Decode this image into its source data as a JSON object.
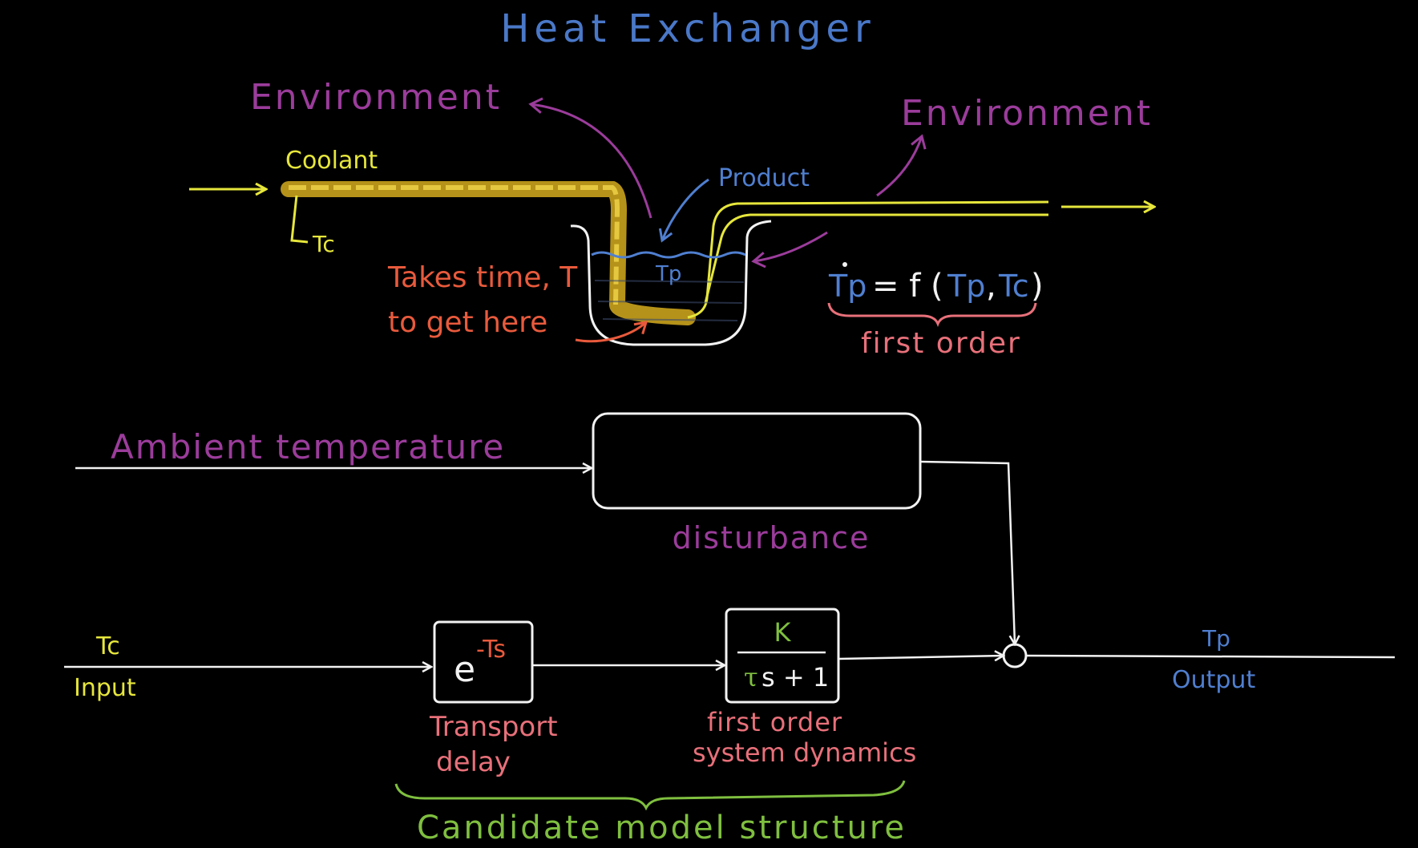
{
  "title": "Heat Exchanger",
  "colors": {
    "background": "#000000",
    "title": "#4a78c8",
    "environment": "#9b3c9b",
    "coolant": "#e6e63c",
    "product": "#4f7fd0",
    "note": "#e85a3c",
    "white": "#f2f2f2",
    "green": "#7fbf3f",
    "brace": "#e8707a"
  },
  "top": {
    "environment_left": "Environment",
    "environment_right": "Environment",
    "coolant": "Coolant",
    "tc_label": "Tc",
    "product": "Product",
    "tp_label": "Tp",
    "takes_time_line1": "Takes time, T",
    "takes_time_line2": "to get here",
    "equation": {
      "lhs": "Tp",
      "equals_f": "= f (",
      "arg1": "Tp",
      "comma": ",",
      "arg2": "Tc",
      "close": ")"
    },
    "first_order": "first order"
  },
  "bottom": {
    "ambient": "Ambient temperature",
    "disturbance": "disturbance",
    "input_symbol": "Tc",
    "input_label": "Input",
    "delay_block": {
      "base": "e",
      "exponent": "-Ts"
    },
    "transport_delay_line1": "Transport",
    "transport_delay_line2": "delay",
    "tf_block": {
      "numerator": "K",
      "tau": "τ",
      "denominator_rest": "s + 1"
    },
    "first_order_line1": "first order",
    "first_order_line2": "system dynamics",
    "output_symbol": "Tp",
    "output_label": "Output",
    "candidate": "Candidate model structure"
  }
}
